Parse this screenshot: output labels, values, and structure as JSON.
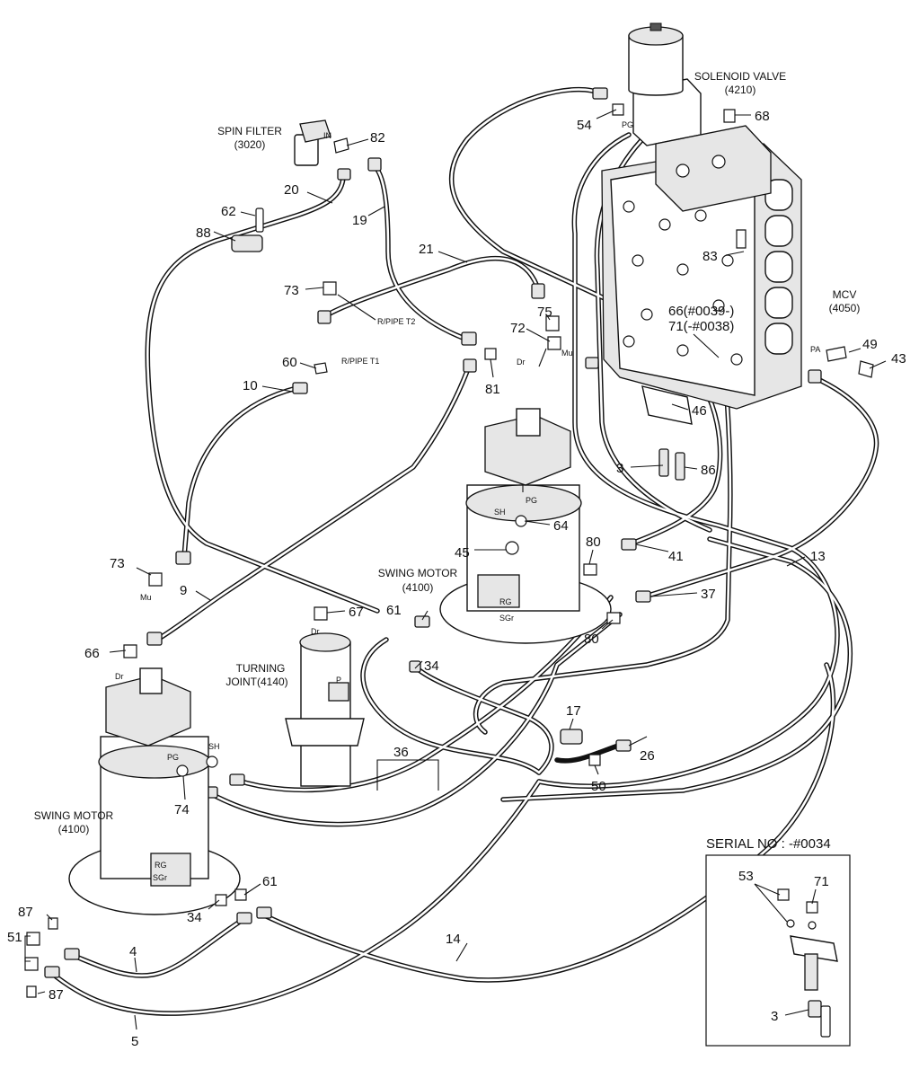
{
  "components": {
    "solenoid_valve": {
      "name": "SOLENOID VALVE",
      "code": "(4210)"
    },
    "spin_filter": {
      "name": "SPIN FILTER",
      "code": "(3020)"
    },
    "mcv": {
      "name": "MCV",
      "code": "(4050)"
    },
    "swing_motor_upper": {
      "name": "SWING MOTOR",
      "code": "(4100)"
    },
    "swing_motor_lower": {
      "name": "SWING MOTOR",
      "code": "(4100)"
    },
    "turning_joint": {
      "name": "TURNING",
      "code": "JOINT(4140)"
    }
  },
  "port_labels": {
    "pg_top": "PG",
    "in": "IN",
    "rpipe_t2": "R/PIPE T2",
    "rpipe_t1": "R/PIPE T1",
    "pa": "PA",
    "dr_upper": "Dr",
    "mu_upper": "Mu",
    "sh_upper": "SH",
    "pg_upper": "PG",
    "rg_upper": "RG",
    "sgr_upper": "SGr",
    "mu_lower": "Mu",
    "dr_lower": "Dr",
    "pg_lower": "PG",
    "sh_lower": "SH",
    "rg_lower": "RG",
    "sgr_lower": "SGr",
    "dr_joint": "Dr",
    "p_joint": "P"
  },
  "callouts": {
    "c54": "54",
    "c68": "68",
    "c82": "82",
    "c20": "20",
    "c62": "62",
    "c88": "88",
    "c19": "19",
    "c21": "21",
    "c73a": "73",
    "c83": "83",
    "c66a": "66(#0039-)",
    "c71a": "71(-#0038)",
    "c72": "72",
    "c75": "75",
    "c81": "81",
    "c60": "60",
    "c10": "10",
    "c49": "49",
    "c43": "43",
    "c46": "46",
    "c3a": "3",
    "c86": "86",
    "c64": "64",
    "c45": "45",
    "c80a": "80",
    "c80b": "80",
    "c41": "41",
    "c13": "13",
    "c37": "37",
    "c73b": "73",
    "c9": "9",
    "c67": "67",
    "c61a": "61",
    "c34a": "34",
    "c66b": "66",
    "c17": "17",
    "c26": "26",
    "c50": "50",
    "c36": "36",
    "c74": "74",
    "c61b": "61",
    "c34b": "34",
    "c87a": "87",
    "c51": "51",
    "c87b": "87",
    "c4": "4",
    "c14": "14",
    "c5": "5",
    "c53": "53",
    "c71b": "71",
    "c3b": "3"
  },
  "inset": {
    "title": "SERIAL NO : -#0034"
  }
}
